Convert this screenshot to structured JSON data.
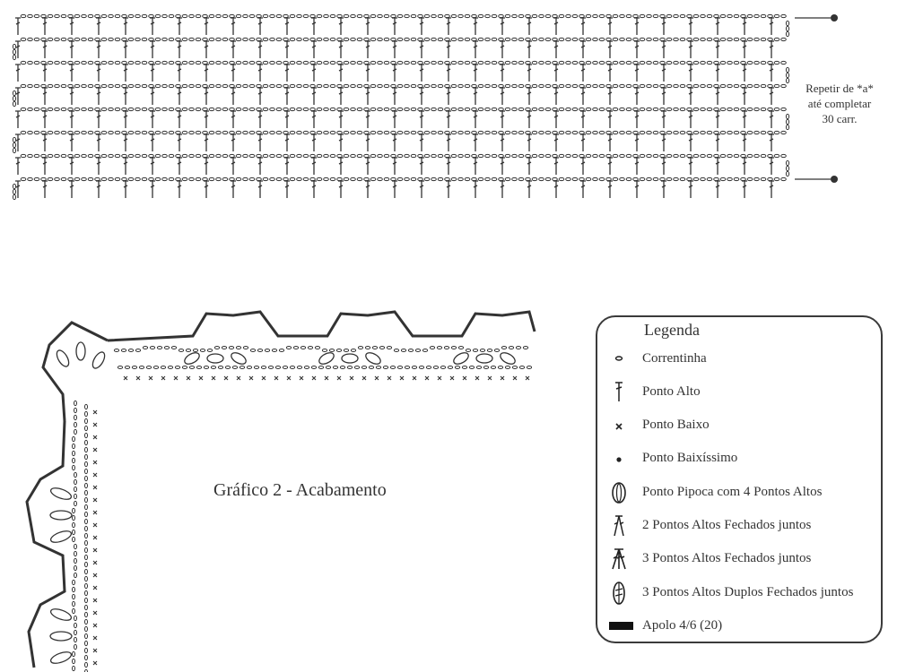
{
  "diagram": {
    "repeat_note": [
      "Repetir de *a*",
      "até completar",
      "30 carr."
    ],
    "title": "Gráfico 2 - Acabamento"
  },
  "legend": {
    "title": "Legenda",
    "items": [
      {
        "symbol": "chain-stitch-icon",
        "label": "Correntinha"
      },
      {
        "symbol": "double-crochet-icon",
        "label": "Ponto Alto"
      },
      {
        "symbol": "single-crochet-icon",
        "label": "Ponto Baixo"
      },
      {
        "symbol": "slip-stitch-icon",
        "label": "Ponto Baixíssimo"
      },
      {
        "symbol": "popcorn-stitch-icon",
        "label": "Ponto Pipoca com 4 Pontos Altos"
      },
      {
        "symbol": "dc2tog-icon",
        "label": "2 Pontos Altos Fechados juntos"
      },
      {
        "symbol": "dc3tog-icon",
        "label": "3 Pontos Altos Fechados juntos"
      },
      {
        "symbol": "tr3tog-icon",
        "label": "3 Pontos Altos Duplos Fechados juntos"
      },
      {
        "symbol": "yarn-swatch-icon",
        "label": "Apolo 4/6 (20)"
      }
    ]
  },
  "colors": {
    "ink": "#333333",
    "border": "#3a3a3a",
    "background": "#ffffff"
  }
}
